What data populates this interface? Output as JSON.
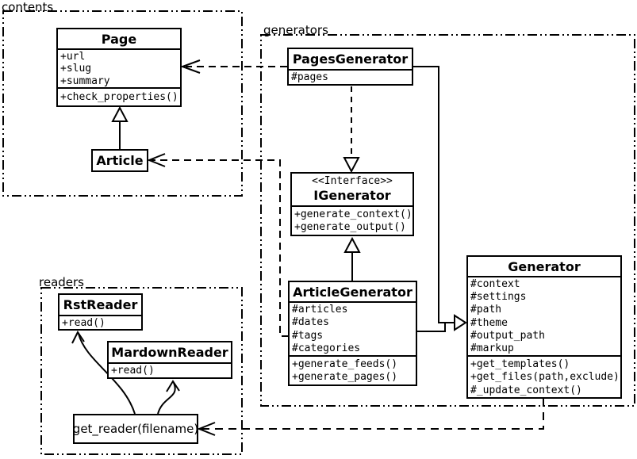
{
  "packages": {
    "contents": {
      "label": "contents"
    },
    "generators": {
      "label": "generators"
    },
    "readers": {
      "label": "readers"
    }
  },
  "classes": {
    "page": {
      "title": "Page",
      "attributes": [
        "+url",
        "+slug",
        "+summary"
      ],
      "methods": [
        "+check_properties()"
      ]
    },
    "article": {
      "title": "Article"
    },
    "pages_generator": {
      "title": "PagesGenerator",
      "attributes": [
        "#pages"
      ]
    },
    "igenerator": {
      "stereotype": "<<Interface>>",
      "title": "IGenerator",
      "methods": [
        "+generate_context()",
        "+generate_output()"
      ]
    },
    "article_generator": {
      "title": "ArticleGenerator",
      "attributes": [
        "#articles",
        "#dates",
        "#tags",
        "#categories"
      ],
      "methods": [
        "+generate_feeds()",
        "+generate_pages()"
      ]
    },
    "generator": {
      "title": "Generator",
      "attributes": [
        "#context",
        "#settings",
        "#path",
        "#theme",
        "#output_path",
        "#markup"
      ],
      "methods": [
        "+get_templates()",
        "+get_files(path,exclude)",
        "#_update_context()"
      ]
    },
    "rst_reader": {
      "title": "RstReader",
      "methods": [
        "+read()"
      ]
    },
    "markdown_reader": {
      "title": "MardownReader",
      "methods": [
        "+read()"
      ]
    },
    "get_reader": {
      "title": "get_reader(filename)"
    }
  },
  "colors": {
    "line": "#000000",
    "background": "#ffffff",
    "box_fill": "#ffffff"
  }
}
